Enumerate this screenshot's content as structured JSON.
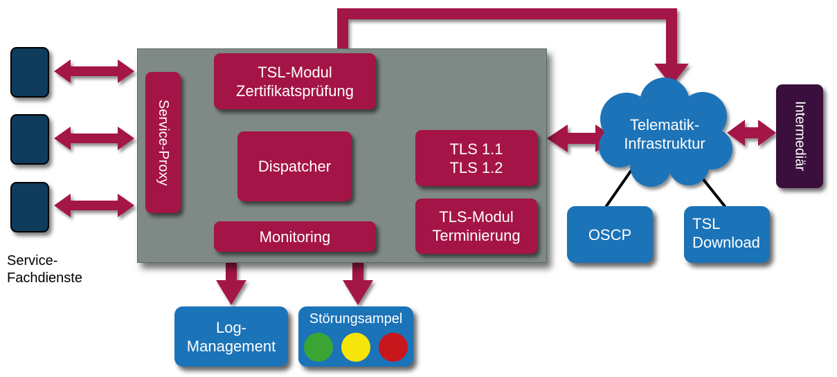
{
  "diagram": {
    "service_proxy": "Service-Proxy",
    "tsl_modul_line1": "TSL-Modul",
    "tsl_modul_line2": "Zertifikatsprüfung",
    "dispatcher": "Dispatcher",
    "tls_line1": "TLS 1.1",
    "tls_line2": "TLS 1.2",
    "tls_modul_line1": "TLS-Modul",
    "tls_modul_line2": "Terminierung",
    "monitoring": "Monitoring",
    "service_fachdienste_line1": "Service-",
    "service_fachdienste_line2": "Fachdienste",
    "log_line1": "Log-",
    "log_line2": "Management",
    "stoerungsampel": "Störungsampel",
    "telematik_line1": "Telematik-",
    "telematik_line2": "Infrastruktur",
    "intermediaer": "Intermediär",
    "oscp": "OSCP",
    "tsl_download_line1": "TSL",
    "tsl_download_line2": "Download"
  },
  "colors": {
    "crimson": "#a41447",
    "gray_panel": "#7f8a87",
    "blue": "#1b73b8",
    "navy": "#0f3c5c",
    "purple": "#3a0f3e",
    "traffic_green": "#3aa534",
    "traffic_yellow": "#f5e50a",
    "traffic_red": "#c8161d"
  }
}
